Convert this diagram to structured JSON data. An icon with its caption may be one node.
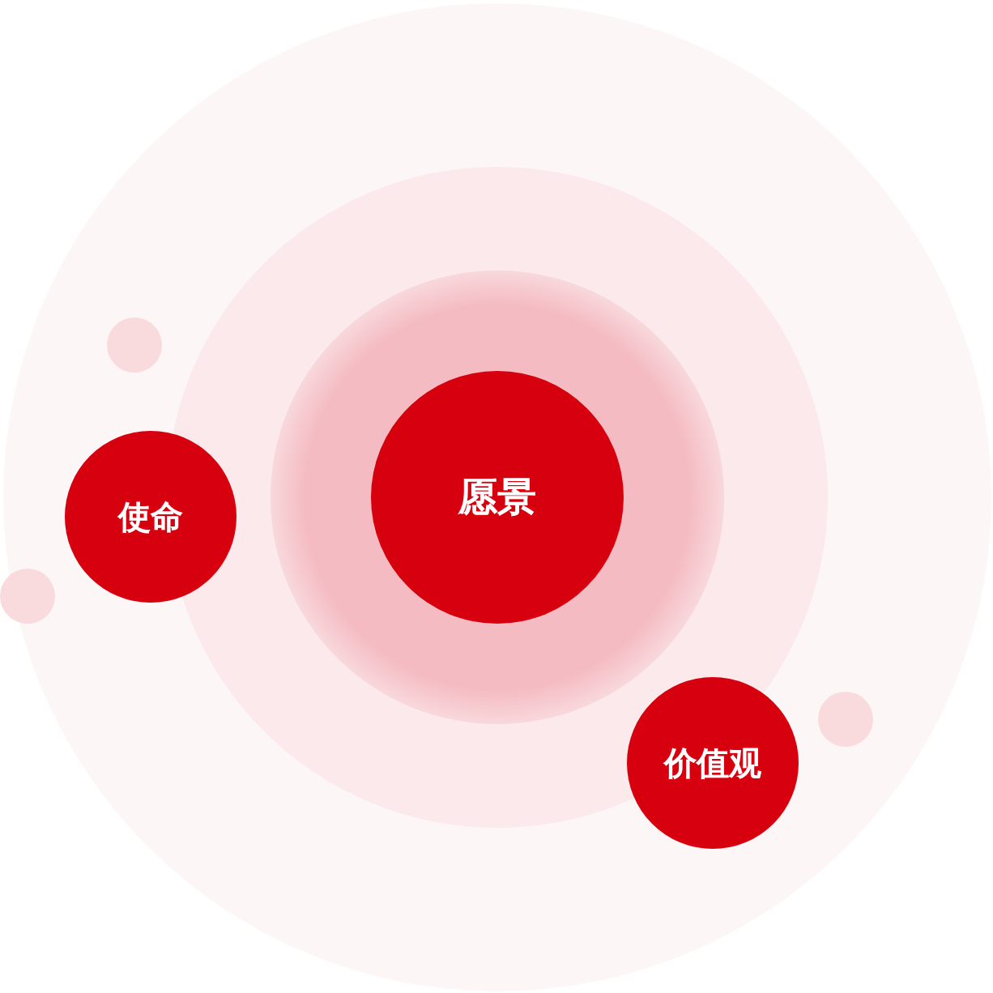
{
  "diagram": {
    "nodes": [
      {
        "text": [
          "愿景"
        ]
      },
      {
        "text": [
          "使命"
        ]
      },
      {
        "text": [
          "价值观"
        ]
      }
    ]
  }
}
